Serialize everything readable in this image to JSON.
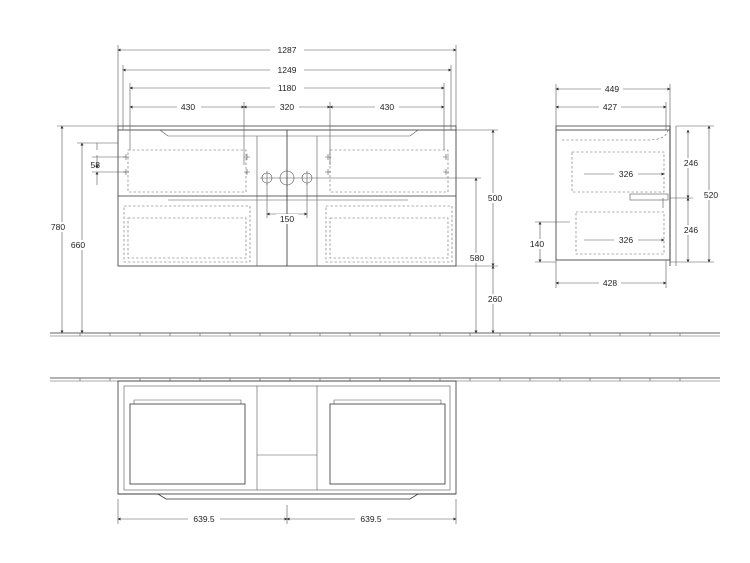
{
  "dimensions": {
    "front_width_total": "1287",
    "front_width_inner": "1249",
    "front_span_1180": "1180",
    "front_left_430": "430",
    "front_center_320": "320",
    "front_right_430": "430",
    "hole_spacing_150": "150",
    "top_offset_58": "58",
    "height_780": "780",
    "height_660": "660",
    "cabinet_height_500": "500",
    "height_580": "580",
    "floor_gap_260": "260",
    "side_depth_449": "449",
    "side_depth_427": "427",
    "side_depth_428": "428",
    "side_height_520": "520",
    "side_half_246_top": "246",
    "side_half_246_bottom": "246",
    "drawer_depth_326_top": "326",
    "drawer_depth_326_bottom": "326",
    "side_140": "140",
    "plan_half_left": "639.5",
    "plan_half_right": "639.5"
  }
}
